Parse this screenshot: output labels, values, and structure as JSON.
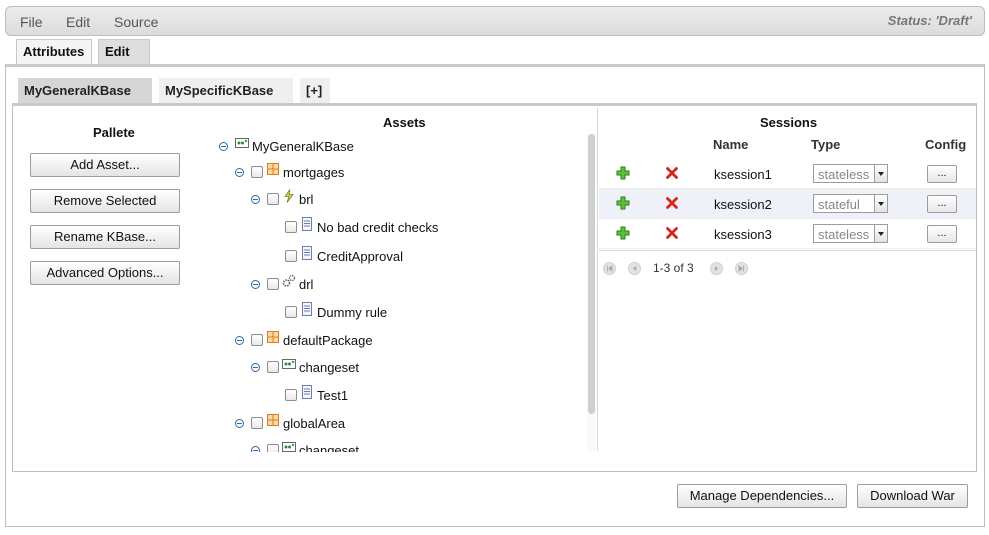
{
  "menu": {
    "items": [
      "File",
      "Edit",
      "Source"
    ],
    "status": "Status: 'Draft'"
  },
  "top_tabs": [
    {
      "label": "Attributes",
      "active": false
    },
    {
      "label": "Edit",
      "active": true
    }
  ],
  "kbase_tabs": [
    {
      "label": "MyGeneralKBase",
      "active": true
    },
    {
      "label": "MySpecificKBase",
      "active": false
    },
    {
      "label": "[+]",
      "active": false
    }
  ],
  "pallete": {
    "title": "Pallete",
    "buttons": [
      "Add Asset...",
      "Remove Selected",
      "Rename KBase...",
      "Advanced Options..."
    ]
  },
  "assets": {
    "title": "Assets",
    "tree": [
      {
        "label": "MyGeneralKBase",
        "icon": "kbase-icon"
      },
      {
        "label": "mortgages",
        "icon": "package-icon"
      },
      {
        "label": "brl",
        "icon": "brl-icon"
      },
      {
        "label": "No bad credit checks",
        "icon": "document-icon"
      },
      {
        "label": "CreditApproval",
        "icon": "document-icon"
      },
      {
        "label": "drl",
        "icon": "gears-icon"
      },
      {
        "label": "Dummy rule",
        "icon": "document-icon"
      },
      {
        "label": "defaultPackage",
        "icon": "package-icon"
      },
      {
        "label": "changeset",
        "icon": "kbase-icon"
      },
      {
        "label": "Test1",
        "icon": "document-icon"
      },
      {
        "label": "globalArea",
        "icon": "package-icon"
      },
      {
        "label": "changeset",
        "icon": "kbase-icon"
      }
    ]
  },
  "sessions": {
    "title": "Sessions",
    "columns": {
      "name": "Name",
      "type": "Type",
      "config": "Config"
    },
    "rows": [
      {
        "name": "ksession1",
        "type": "stateless",
        "config": "..."
      },
      {
        "name": "ksession2",
        "type": "stateful",
        "config": "..."
      },
      {
        "name": "ksession3",
        "type": "stateless",
        "config": "..."
      }
    ],
    "pager": "1-3 of 3"
  },
  "bottom_buttons": {
    "manage": "Manage Dependencies...",
    "download": "Download War"
  },
  "colors": {
    "toggle": "#3367a8",
    "add": "#46a52e",
    "delete": "#d8241f",
    "package": "#e07b14"
  }
}
